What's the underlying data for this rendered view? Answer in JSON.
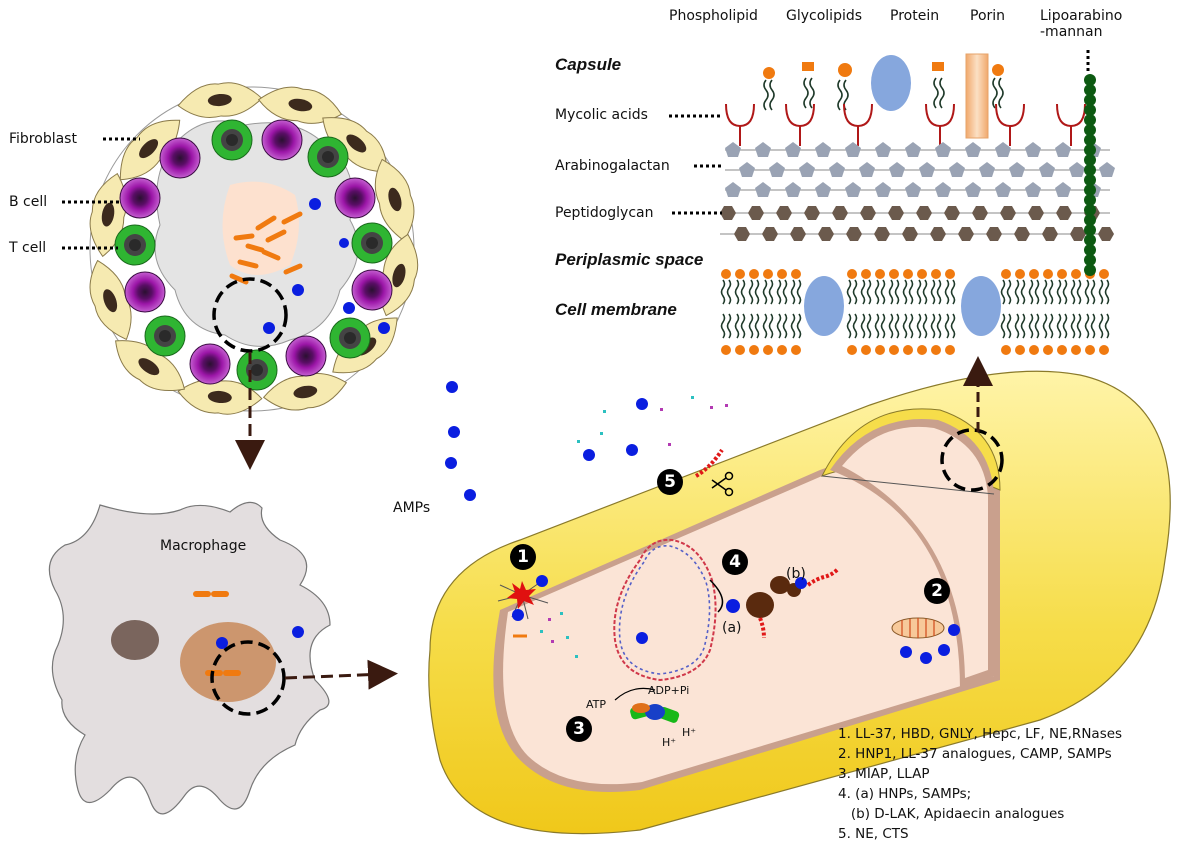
{
  "granuloma": {
    "fibroblast": "Fibroblast",
    "b_cell": "B cell",
    "t_cell": "T cell"
  },
  "macrophage": {
    "label": "Macrophage"
  },
  "amps": {
    "label": "AMPs"
  },
  "envelope": {
    "molecules": [
      "Phospholipid",
      "Glycolipids",
      "Protein",
      "Porin",
      "Lipoarabino\n-mannan"
    ],
    "headings": [
      "Capsule",
      "Periplasmic space",
      "Cell membrane"
    ],
    "layers": [
      "Mycolic acids",
      "Arabinogalactan",
      "Peptidoglycan"
    ]
  },
  "bacterium": {
    "atp": "ATP",
    "adp": "ADP+Pi",
    "site_a": "(a)",
    "site_b": "(b)",
    "proton": "H⁺",
    "markers": [
      "1",
      "2",
      "3",
      "4",
      "5"
    ]
  },
  "legend": [
    "1. LL-37, HBD, GNLY, Hepc, LF, NE,RNases",
    "2. HNP1, LL-37 analogues, CAMP, SAMPs",
    "3. MIAP, LLAP",
    "4. (a) HNPs, SAMPs;",
    "   (b) D-LAK, Apidaecin analogues",
    "5. NE, CTS"
  ],
  "colors": {
    "amp": "#0a1ee0",
    "fibroblast": "#f6eab1",
    "fibroblast_nucleus": "#3c2a1d",
    "b_cell": "#9c16a8",
    "t_cell": "#2fb532",
    "phospholipid_head": "#f07a10",
    "layer_shape": "#9aa3b4",
    "peptidoglycan": "#6b5a4d",
    "porin": "#f7c99a",
    "protein": "#86a7dd",
    "lipoarabinomannan": "#0d5a12",
    "cell_wall": "#f6dd4a",
    "cytoplasm": "#fbe4d6",
    "macrophage": "#e3dedf",
    "nucleus": "#c98e62"
  }
}
